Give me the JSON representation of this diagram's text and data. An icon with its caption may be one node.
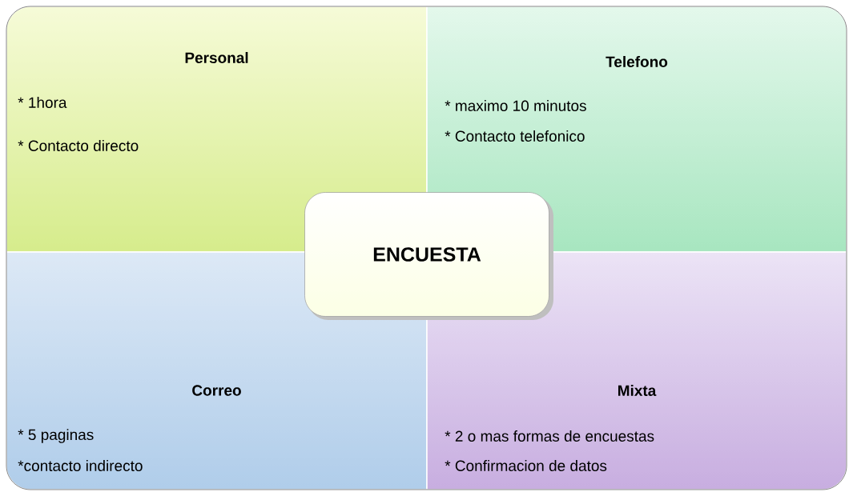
{
  "diagram": {
    "nodes": [
      {
        "text": [
          "Personal",
          "* 1hora",
          "* Contacto directo"
        ]
      },
      {
        "text": [
          "Telefono",
          "* maximo 10 minutos",
          "* Contacto telefonico"
        ]
      },
      {
        "text": [
          "Correo",
          "* 5 paginas",
          "*contacto indirecto"
        ]
      },
      {
        "text": [
          "Mixta",
          "* 2 o mas formas de encuestas",
          "* Confirmacion de datos"
        ]
      },
      {
        "text": [
          "ENCUESTA"
        ]
      }
    ]
  }
}
